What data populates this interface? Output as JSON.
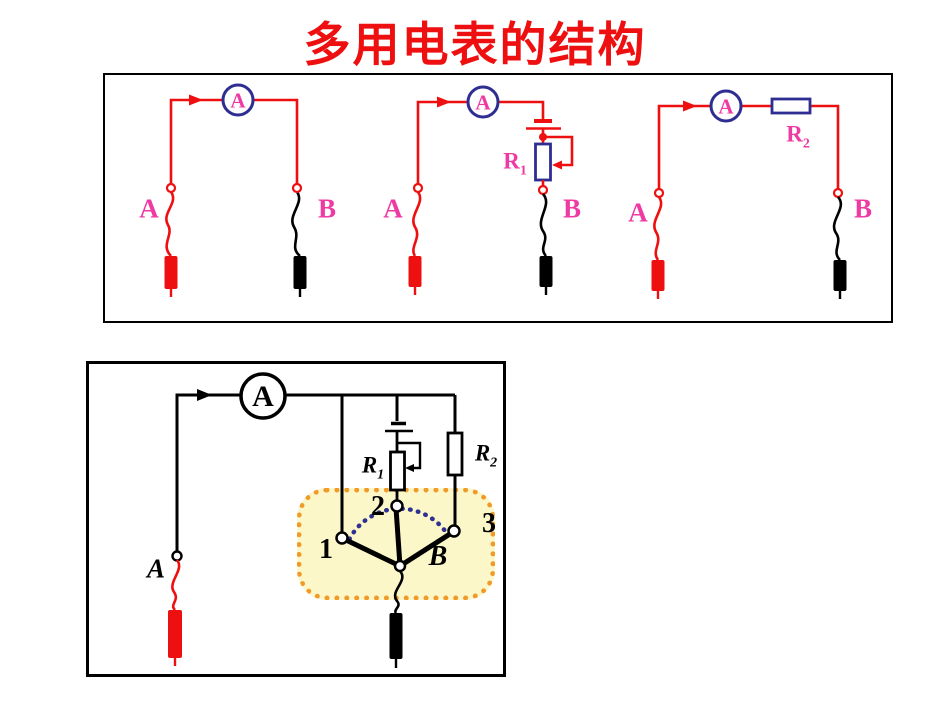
{
  "title": "多用电表的结构",
  "colors": {
    "title_red": "#ee1010",
    "wire_red": "#ee1010",
    "label_magenta": "#ee3aa2",
    "meter_navy": "#2e2e92",
    "wire_black": "#000000",
    "switch_panel_fill": "#fcf7c9",
    "switch_panel_border": "#f09a28",
    "arc_navy": "#2e3192"
  },
  "top_panel": {
    "figures": [
      {
        "meter": "A",
        "left_probe": "A",
        "right_probe": "B"
      },
      {
        "meter": "A",
        "left_probe": "A",
        "right_probe": "B",
        "resistor_base": "R",
        "resistor_sub": "1"
      },
      {
        "meter": "A",
        "left_probe": "A",
        "right_probe": "B",
        "resistor_base": "R",
        "resistor_sub": "2"
      }
    ]
  },
  "bottom_panel": {
    "meter": "A",
    "probe": "A",
    "rheostat_base": "R",
    "rheostat_sub": "1",
    "resistor_base": "R",
    "resistor_sub": "2",
    "contact_1": "1",
    "contact_2": "2",
    "contact_3": "3",
    "pivot": "B"
  }
}
